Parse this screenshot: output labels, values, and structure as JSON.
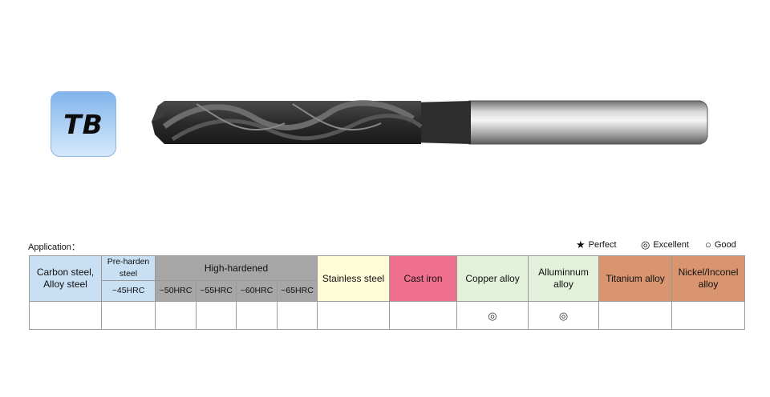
{
  "badge": {
    "text": "TB"
  },
  "drill": {
    "name": "drill-image"
  },
  "application": {
    "label": "Application：",
    "legend": [
      {
        "symbol": "★",
        "label": "Perfect"
      },
      {
        "symbol": "◎",
        "label": "Excellent"
      },
      {
        "symbol": "○",
        "label": "Good"
      }
    ]
  },
  "table": {
    "carbon": "Carbon steel, Alloy steel",
    "pre_harden": "Pre-harden steel",
    "pre_harden_sub": "~45HRC",
    "high_hardened": "High-hardened",
    "hh_subs": [
      "~50HRC",
      "~55HRC",
      "~60HRC",
      "~65HRC"
    ],
    "stainless": "Stainless steel",
    "cast": "Cast iron",
    "copper": "Copper alloy",
    "aluminum": "Alluminnum alloy",
    "titanium": "Titanium alloy",
    "nickel": "Nickel/Inconel alloy",
    "ratings": {
      "carbon": "",
      "pre_harden": "",
      "hrc50": "",
      "hrc55": "",
      "hrc60": "",
      "hrc65": "",
      "stainless": "",
      "cast": "",
      "copper": "◎",
      "aluminum": "◎",
      "titanium": "",
      "nickel": ""
    }
  }
}
